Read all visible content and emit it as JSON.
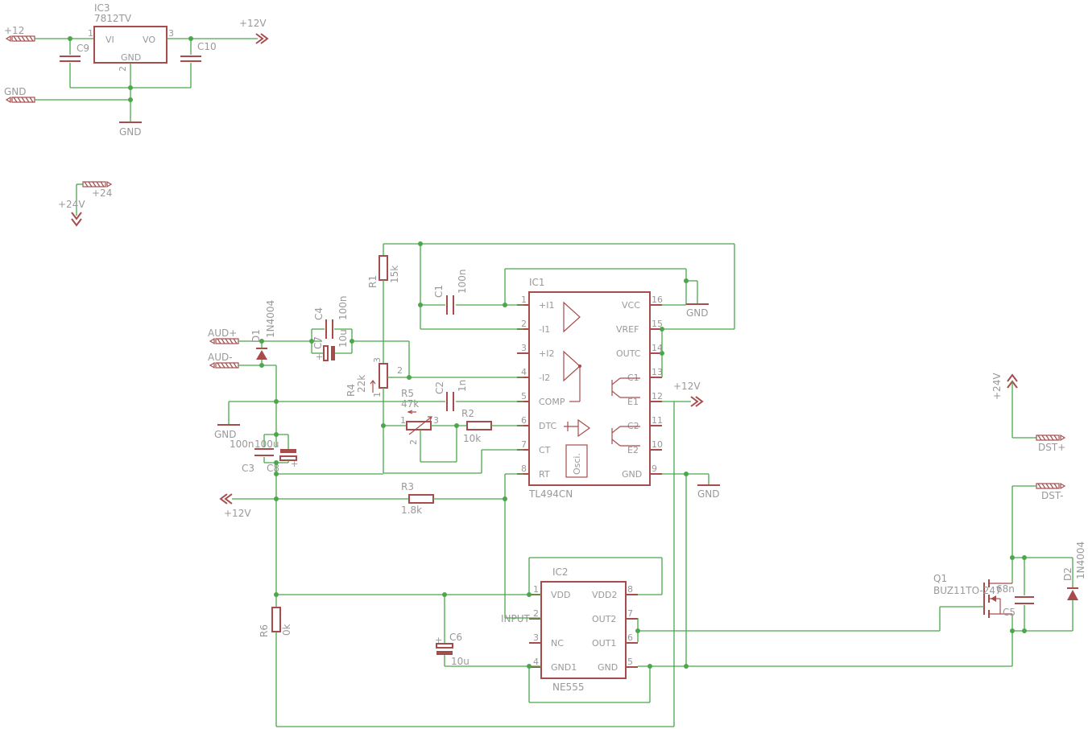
{
  "ic3": {
    "name": "IC3",
    "value": "7812TV",
    "pin_vi": "VI",
    "pin_vo": "VO",
    "pin_gnd": "GND",
    "n1": "1",
    "n2": "2",
    "n3": "3"
  },
  "power": {
    "in12": "+12",
    "out12": "+12V",
    "gnd_in": "GND",
    "gnd_sym": "GND",
    "in24": "+24",
    "sym24": "+24V"
  },
  "caps": {
    "c9": "C9",
    "c10": "C10",
    "c1": "C1",
    "c1v": "100n",
    "c4": "C4",
    "c4v": "100n",
    "c7": "C7",
    "c7v": "10u",
    "c2": "C2",
    "c2v": "1n",
    "c3": "C3",
    "c3v": "100n",
    "c8": "C8",
    "c8v": "100u",
    "c6": "C6",
    "c6v": "10u",
    "c5": "C5",
    "c5v": "68n"
  },
  "res": {
    "r1": "R1",
    "r1v": "15k",
    "r4": "R4",
    "r4v": "22k",
    "r5": "R5",
    "r5v": "47k",
    "r2": "R2",
    "r2v": "10k",
    "r3": "R3",
    "r3v": "1.8k",
    "r6": "R6",
    "r6v": "0k"
  },
  "diodes": {
    "d1": "D1",
    "d1v": "1N4004",
    "d2": "D2",
    "d2v": "1N4004"
  },
  "connectors": {
    "audp": "AUD+",
    "audm": "AUD-",
    "dstp": "DST+",
    "dstm": "DST-"
  },
  "ic1": {
    "name": "IC1",
    "value": "TL494CN",
    "left_pins": [
      {
        "n": "1",
        "l": "+I1"
      },
      {
        "n": "2",
        "l": "-I1"
      },
      {
        "n": "3",
        "l": "+I2"
      },
      {
        "n": "4",
        "l": "-I2"
      },
      {
        "n": "5",
        "l": "COMP"
      },
      {
        "n": "6",
        "l": "DTC"
      },
      {
        "n": "7",
        "l": "CT"
      },
      {
        "n": "8",
        "l": "RT"
      }
    ],
    "right_pins": [
      {
        "n": "16",
        "l": "VCC"
      },
      {
        "n": "15",
        "l": "VREF"
      },
      {
        "n": "14",
        "l": "OUTC"
      },
      {
        "n": "13",
        "l": "C1"
      },
      {
        "n": "12",
        "l": "E1"
      },
      {
        "n": "11",
        "l": "C2"
      },
      {
        "n": "10",
        "l": "E2"
      },
      {
        "n": "9",
        "l": "GND"
      }
    ],
    "osc": "Osci."
  },
  "ic2": {
    "name": "IC2",
    "value": "NE555",
    "left_pins": [
      {
        "n": "1",
        "l": "VDD"
      },
      {
        "n": "2",
        "l": ""
      },
      {
        "n": "3",
        "l": "NC"
      },
      {
        "n": "4",
        "l": "GND1"
      }
    ],
    "right_pins": [
      {
        "n": "8",
        "l": "VDD2"
      },
      {
        "n": "7",
        "l": "OUT2"
      },
      {
        "n": "6",
        "l": "OUT1"
      },
      {
        "n": "5",
        "l": "GND"
      }
    ],
    "input_label": "INPUT"
  },
  "q1": {
    "name": "Q1",
    "value": "BUZ11TO-247"
  },
  "misc": {
    "pot_n1": "1",
    "pot_n2": "2",
    "pot_n3": "3"
  },
  "colors": {
    "wire": "#4ca64c",
    "part": "#a64c4c",
    "text": "#999999"
  }
}
